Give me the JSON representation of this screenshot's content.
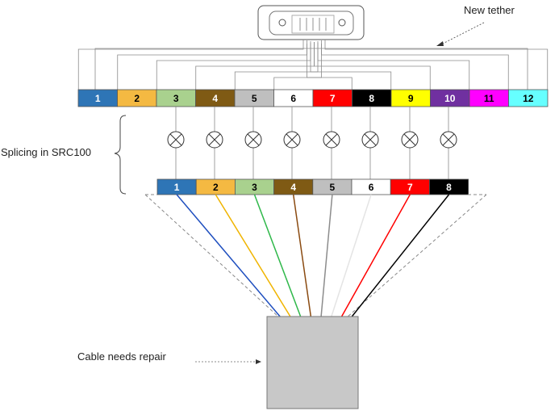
{
  "labels": {
    "new_tether": "New tether",
    "splicing": "Splicing in SRC100",
    "cable_repair": "Cable needs repair"
  },
  "top_cores": [
    {
      "label": "1",
      "color": "#2e75b6",
      "text_color": "#ffffff"
    },
    {
      "label": "2",
      "color": "#f4b942",
      "text_color": "#000000"
    },
    {
      "label": "3",
      "color": "#a9d18e",
      "text_color": "#000000"
    },
    {
      "label": "4",
      "color": "#7f5a14",
      "text_color": "#ffffff"
    },
    {
      "label": "5",
      "color": "#bfbfbf",
      "text_color": "#000000"
    },
    {
      "label": "6",
      "color": "#ffffff",
      "text_color": "#000000"
    },
    {
      "label": "7",
      "color": "#ff0000",
      "text_color": "#ffffff"
    },
    {
      "label": "8",
      "color": "#000000",
      "text_color": "#ffffff"
    },
    {
      "label": "9",
      "color": "#ffff00",
      "text_color": "#000000"
    },
    {
      "label": "10",
      "color": "#7030a0",
      "text_color": "#ffffff"
    },
    {
      "label": "11",
      "color": "#ff00ff",
      "text_color": "#000000"
    },
    {
      "label": "12",
      "color": "#66ffff",
      "text_color": "#000000"
    }
  ],
  "bottom_cores": [
    {
      "label": "1",
      "color": "#2e75b6",
      "text_color": "#ffffff",
      "wire": "#1f4fbf"
    },
    {
      "label": "2",
      "color": "#f4b942",
      "text_color": "#000000",
      "wire": "#f0b400"
    },
    {
      "label": "3",
      "color": "#a9d18e",
      "text_color": "#000000",
      "wire": "#2fb84a"
    },
    {
      "label": "4",
      "color": "#7f5a14",
      "text_color": "#ffffff",
      "wire": "#8a4a10"
    },
    {
      "label": "5",
      "color": "#bfbfbf",
      "text_color": "#000000",
      "wire": "#8c8c8c"
    },
    {
      "label": "6",
      "color": "#ffffff",
      "text_color": "#000000",
      "wire": "#e4e4e4"
    },
    {
      "label": "7",
      "color": "#ff0000",
      "text_color": "#ffffff",
      "wire": "#ff0000"
    },
    {
      "label": "8",
      "color": "#000000",
      "text_color": "#ffffff",
      "wire": "#000000"
    }
  ],
  "spliced_count": 8
}
